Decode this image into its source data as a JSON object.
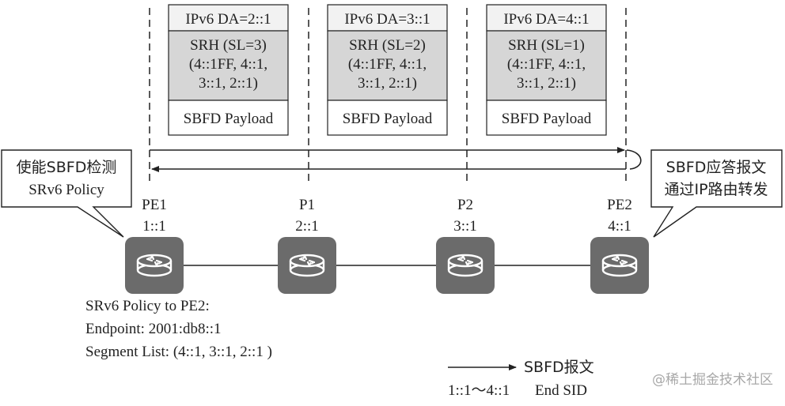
{
  "packets": [
    {
      "da": "IPv6 DA=2::1",
      "srh": [
        "SRH (SL=3)",
        "(4::1FF, 4::1,",
        "3::1, 2::1)"
      ],
      "payload": "SBFD Payload"
    },
    {
      "da": "IPv6 DA=3::1",
      "srh": [
        "SRH (SL=2)",
        "(4::1FF, 4::1,",
        "3::1, 2::1)"
      ],
      "payload": "SBFD Payload"
    },
    {
      "da": "IPv6 DA=4::1",
      "srh": [
        "SRH (SL=1)",
        "(4::1FF, 4::1,",
        "3::1, 2::1)"
      ],
      "payload": "SBFD Payload"
    }
  ],
  "nodes": [
    {
      "name": "PE1",
      "sid": "1::1"
    },
    {
      "name": "P1",
      "sid": "2::1"
    },
    {
      "name": "P2",
      "sid": "3::1"
    },
    {
      "name": "PE2",
      "sid": "4::1"
    }
  ],
  "callouts": {
    "left": [
      "使能SBFD检测",
      "SRv6 Policy"
    ],
    "right": [
      "SBFD应答报文",
      "通过IP路由转发"
    ]
  },
  "policy_info": [
    "SRv6 Policy to PE2:",
    "Endpoint: 2001:db8::1",
    "Segment List: (4::1, 3::1, 2::1 )"
  ],
  "legend": {
    "arrow_label": "SBFD报文",
    "sid_range": "1::1～4::1",
    "sid_label": "End SID"
  },
  "watermark": "@稀土掘金技术社区",
  "colors": {
    "router_fill": "#6b6b6b",
    "srh_fill": "#d6d6d6",
    "da_fill": "#f2f2f2",
    "line": "#222222"
  }
}
